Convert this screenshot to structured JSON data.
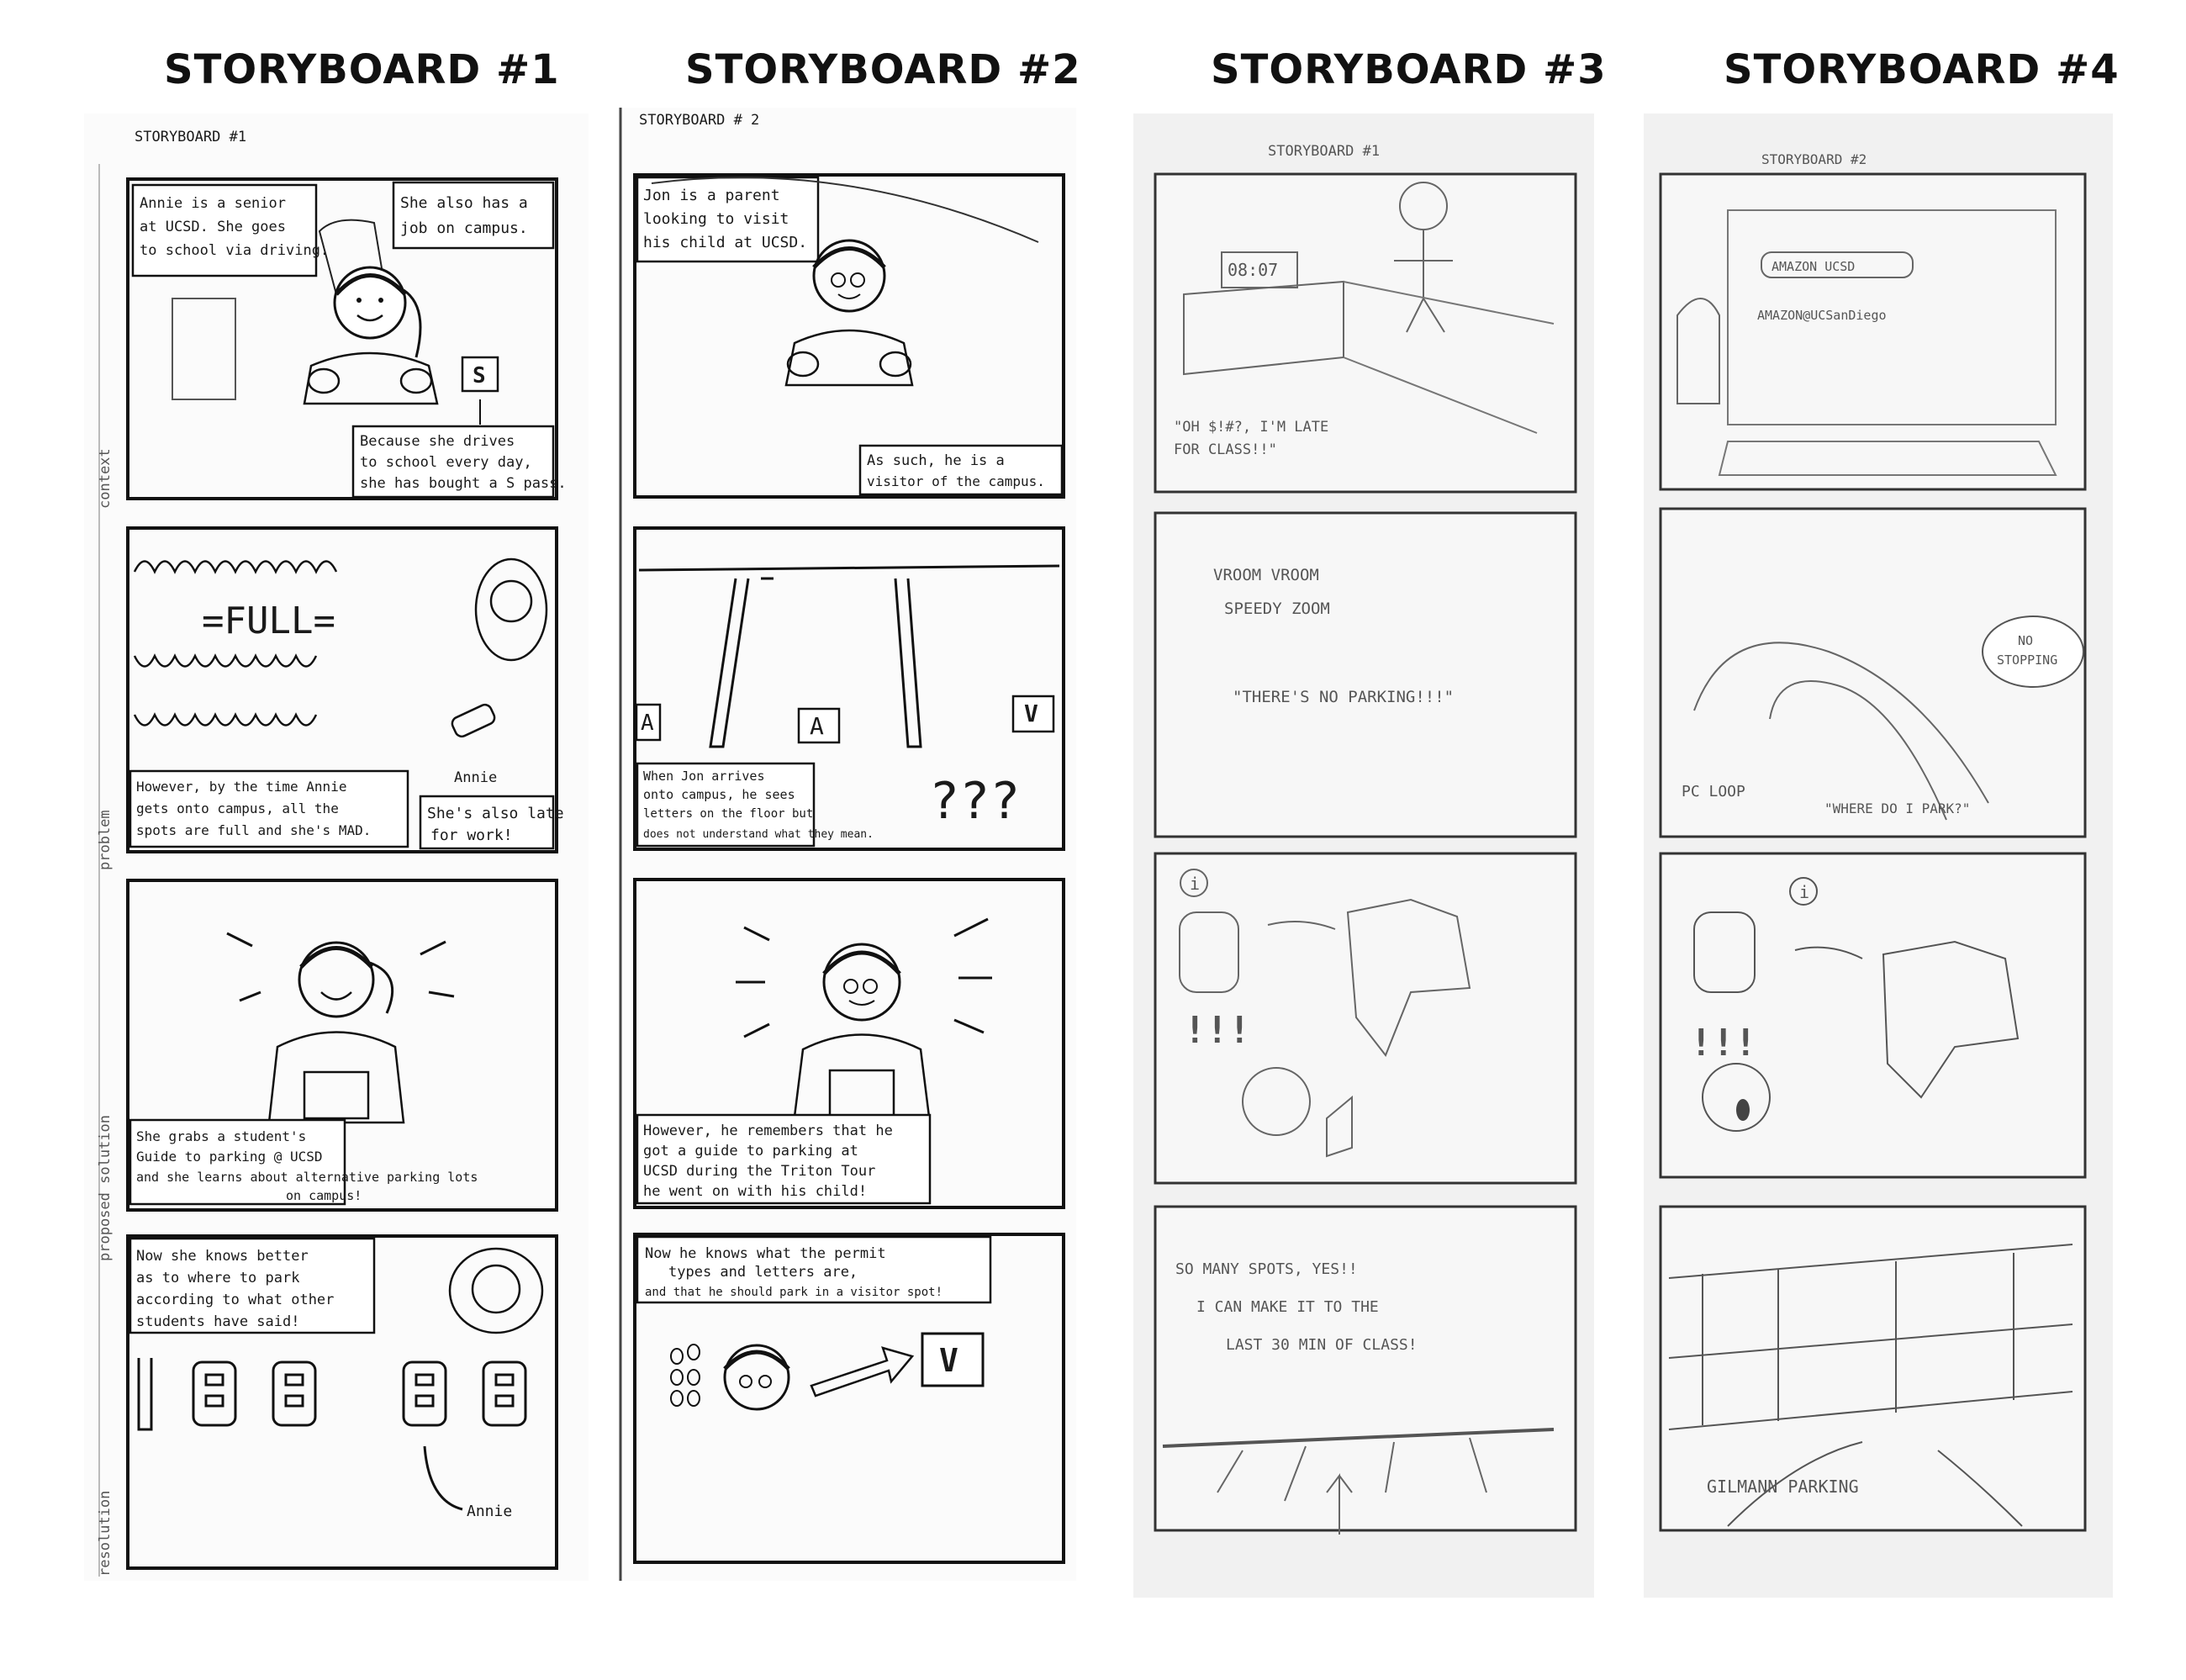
{
  "titles": [
    "STORYBOARD #1",
    "STORYBOARD #2",
    "STORYBOARD #3",
    "STORYBOARD #4"
  ],
  "sb1": {
    "header": "STORYBOARD #1",
    "side_labels": [
      "context",
      "problem",
      "proposed solution",
      "resolution"
    ],
    "p1_cap_a": [
      "Annie is a senior",
      "at UCSD. She goes",
      "to school via driving."
    ],
    "p1_cap_b": [
      "She also has a",
      "job on campus."
    ],
    "p1_cap_c": [
      "Because she drives",
      "to school every day,",
      "she has bought a S pass."
    ],
    "p1_permit": "S",
    "p2_full": "=FULL=",
    "p2_annie": "Annie",
    "p2_cap_a": [
      "However, by the time Annie",
      "gets onto campus, all the",
      "spots are full and she's MAD."
    ],
    "p2_cap_b": [
      "She's also late",
      "for work!"
    ],
    "p3_cap": [
      "She grabs a student's",
      "Guide to parking @ UCSD",
      "and she learns about alternative parking lots",
      "on campus!"
    ],
    "p4_cap": [
      "Now she knows better",
      "as to where to park",
      "according to what other",
      "students have said!"
    ],
    "p4_annie": "Annie"
  },
  "sb2": {
    "header": "STORYBOARD # 2",
    "p1_cap_a": [
      "Jon is a parent",
      "looking to visit",
      "his child at UCSD."
    ],
    "p1_cap_b": [
      "As such, he is a",
      "visitor of the campus."
    ],
    "p2_letters": [
      "A",
      "A",
      "V"
    ],
    "p2_cap": [
      "When Jon arrives",
      "onto campus, he sees",
      "letters on the floor but",
      "does not understand what they mean."
    ],
    "p2_q": "???",
    "p3_cap": [
      "However, he remembers that he",
      "got a guide to parking at",
      "UCSD during the Triton Tour",
      "he went on with his child!"
    ],
    "p4_cap": [
      "Now he knows what the permit",
      "types and letters are,",
      "and that he should park in a visitor spot!"
    ],
    "p4_letter": "V"
  },
  "sb3": {
    "header": "STORYBOARD #1",
    "p1_clock": "08:07",
    "p1_cap": [
      "\"OH $!#?, I'M LATE",
      "FOR CLASS!!\""
    ],
    "p2_cap": [
      "VROOM VROOM",
      "SPEEDY ZOOM",
      "\"THERE'S NO PARKING!!!\""
    ],
    "p3_info": "i",
    "p3_exclaim": "!!!",
    "p4_cap": [
      "SO MANY SPOTS, YES!!",
      "I CAN MAKE IT TO THE",
      "LAST 30 MIN OF CLASS!"
    ]
  },
  "sb4": {
    "header": "STORYBOARD #2",
    "p1_search": "AMAZON UCSD",
    "p1_result": "AMAZON@UCSanDiego",
    "p2_bubble": [
      "NO",
      "STOPPING"
    ],
    "p2_loop": "PC LOOP",
    "p2_quote": "\"WHERE DO I PARK?\"",
    "p3_info": "i",
    "p3_exclaim": "!!!",
    "p4_label": "GILMANN PARKING"
  }
}
